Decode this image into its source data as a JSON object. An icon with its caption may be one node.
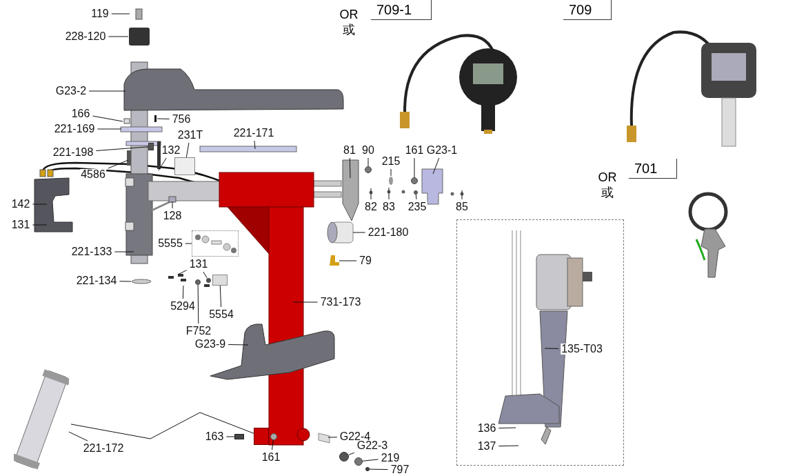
{
  "diagram": {
    "nodes": [
      {
        "text": [
          "119"
        ]
      },
      {
        "text": [
          "228-120"
        ]
      },
      {
        "text": [
          "G23-2"
        ]
      },
      {
        "text": [
          "166"
        ]
      },
      {
        "text": [
          "221-169"
        ]
      },
      {
        "text": [
          "756"
        ]
      },
      {
        "text": [
          "231T"
        ]
      },
      {
        "text": [
          "221-171"
        ]
      },
      {
        "text": [
          "221-198"
        ]
      },
      {
        "text": [
          "132"
        ]
      },
      {
        "text": [
          "4586"
        ]
      },
      {
        "text": [
          "142"
        ]
      },
      {
        "text": [
          "131"
        ]
      },
      {
        "text": [
          "221-133"
        ]
      },
      {
        "text": [
          "128"
        ]
      },
      {
        "text": [
          "5555"
        ]
      },
      {
        "text": [],
        "shape": "box"
      },
      {
        "text": [
          "131"
        ]
      },
      {
        "text": [
          "5294"
        ]
      },
      {
        "text": [
          "5554"
        ]
      },
      {
        "text": [
          "F752"
        ]
      },
      {
        "text": [
          "221-134"
        ]
      },
      {
        "text": [
          "731-173"
        ]
      },
      {
        "text": [
          "G23-9"
        ]
      },
      {
        "text": [
          "81"
        ]
      },
      {
        "text": [
          "90"
        ]
      },
      {
        "text": [
          "215"
        ]
      },
      {
        "text": [
          "161"
        ]
      },
      {
        "text": [
          "G23-1"
        ]
      },
      {
        "text": [
          "82"
        ]
      },
      {
        "text": [
          "83"
        ]
      },
      {
        "text": [
          "235"
        ]
      },
      {
        "text": [
          "85"
        ]
      },
      {
        "text": [
          "221-180"
        ]
      },
      {
        "text": [
          "79"
        ]
      },
      {
        "text": [],
        "shape": "cylinder"
      },
      {
        "text": [
          "221-172"
        ]
      },
      {
        "text": [
          "163"
        ]
      },
      {
        "text": [
          "161"
        ]
      },
      {
        "text": [
          "G22-4"
        ]
      },
      {
        "text": [
          "G22-3"
        ]
      },
      {
        "text": [
          "219"
        ]
      },
      {
        "text": [
          "797"
        ]
      },
      {
        "text": [
          "709-1"
        ]
      },
      {
        "text": [
          "709"
        ]
      },
      {
        "text": [
          "701"
        ]
      },
      {
        "text": [],
        "shape": "box"
      },
      {
        "text": [
          "135-T03"
        ],
        "in": 46
      },
      {
        "text": [
          "136"
        ],
        "in": 46
      },
      {
        "text": [
          "137"
        ],
        "in": 46
      },
      {
        "text": [],
        "shape": "box"
      },
      {
        "text": [],
        "shape": "box"
      },
      {
        "text": [],
        "shape": "box"
      },
      {
        "text": [],
        "shape": "circle"
      },
      {
        "text": [],
        "shape": "circle"
      },
      {
        "text": [],
        "shape": "box"
      },
      {
        "text": [],
        "shape": "box"
      },
      {
        "text": [],
        "shape": "circle"
      },
      {
        "text": [],
        "shape": "circle"
      },
      {
        "text": [],
        "shape": "circle"
      },
      {
        "text": [],
        "shape": "circle"
      },
      {
        "text": [],
        "shape": "circle"
      },
      {
        "text": [],
        "shape": "circle"
      },
      {
        "text": [],
        "shape": "circle"
      }
    ],
    "edges": [
      {
        "from": 0,
        "to": null,
        "arrow": "none"
      },
      {
        "from": 1,
        "to": null,
        "arrow": "none"
      },
      {
        "from": 2,
        "to": null,
        "arrow": "none"
      },
      {
        "from": 3,
        "to": null,
        "arrow": "none"
      },
      {
        "from": 4,
        "to": null,
        "arrow": "none"
      },
      {
        "from": 5,
        "to": null,
        "arrow": "none"
      },
      {
        "from": 6,
        "to": 50,
        "arrow": "none"
      },
      {
        "from": 7,
        "to": null,
        "arrow": "none"
      },
      {
        "from": 8,
        "to": 51,
        "arrow": "none"
      },
      {
        "from": 9,
        "to": null,
        "arrow": "none"
      },
      {
        "from": 10,
        "to": null,
        "arrow": "none"
      },
      {
        "from": 11,
        "to": null,
        "arrow": "none"
      },
      {
        "from": 12,
        "to": null,
        "arrow": "none"
      },
      {
        "from": 13,
        "to": null,
        "arrow": "none"
      },
      {
        "from": 14,
        "to": null,
        "arrow": "none"
      },
      {
        "from": 15,
        "to": 16,
        "arrow": "none"
      },
      {
        "from": 17,
        "to": null,
        "arrow": "none"
      },
      {
        "from": 17,
        "to": 59,
        "arrow": "none"
      },
      {
        "from": 18,
        "to": null,
        "arrow": "none"
      },
      {
        "from": 19,
        "to": 52,
        "arrow": "none"
      },
      {
        "from": 20,
        "to": 53,
        "arrow": "none"
      },
      {
        "from": 21,
        "to": null,
        "arrow": "none"
      },
      {
        "from": 22,
        "to": null,
        "arrow": "none"
      },
      {
        "from": 23,
        "to": null,
        "arrow": "none"
      },
      {
        "from": 24,
        "to": null,
        "arrow": "none"
      },
      {
        "from": 25,
        "to": 60,
        "arrow": "none"
      },
      {
        "from": 26,
        "to": null,
        "arrow": "none"
      },
      {
        "from": 27,
        "to": 54,
        "arrow": "none"
      },
      {
        "from": 28,
        "to": null,
        "arrow": "none"
      },
      {
        "from": 29,
        "to": null,
        "arrow": "none"
      },
      {
        "from": 30,
        "to": null,
        "arrow": "none"
      },
      {
        "from": 31,
        "to": 61,
        "arrow": "none"
      },
      {
        "from": 32,
        "to": null,
        "arrow": "none"
      },
      {
        "from": 33,
        "to": null,
        "arrow": "none"
      },
      {
        "from": 34,
        "to": null,
        "arrow": "none"
      },
      {
        "from": 35,
        "to": 55,
        "arrow": "none"
      },
      {
        "from": 36,
        "to": 35,
        "arrow": "none"
      },
      {
        "from": 37,
        "to": 56,
        "arrow": "none"
      },
      {
        "from": 38,
        "to": 62,
        "arrow": "none"
      },
      {
        "from": 39,
        "to": null,
        "arrow": "none"
      },
      {
        "from": 40,
        "to": 63,
        "arrow": "none"
      },
      {
        "from": 41,
        "to": 57,
        "arrow": "none"
      },
      {
        "from": 42,
        "to": 58,
        "arrow": "none"
      },
      {
        "from": 47,
        "to": null,
        "arrow": "none"
      },
      {
        "from": 48,
        "to": null,
        "arrow": "none"
      },
      {
        "from": 49,
        "to": null,
        "arrow": "none"
      }
    ],
    "labels": [
      "OR 或",
      "OR 或"
    ]
  }
}
